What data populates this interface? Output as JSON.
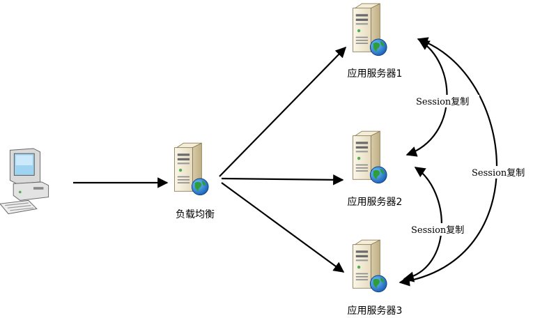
{
  "nodes": {
    "client": {
      "label": ""
    },
    "lb": {
      "label": "负载均衡"
    },
    "app1": {
      "label": "应用服务器1"
    },
    "app2": {
      "label": "应用服务器2"
    },
    "app3": {
      "label": "应用服务器3"
    }
  },
  "edges": {
    "sync12": {
      "label": "Session复制"
    },
    "sync23": {
      "label": "Session复制"
    },
    "sync13": {
      "label": "Session复制"
    }
  },
  "colors": {
    "line": "#000000",
    "server_body": "#efe6cf",
    "server_side": "#d4c6a0",
    "globe": "#2f8f3a",
    "screen": "#9fd3f2"
  }
}
